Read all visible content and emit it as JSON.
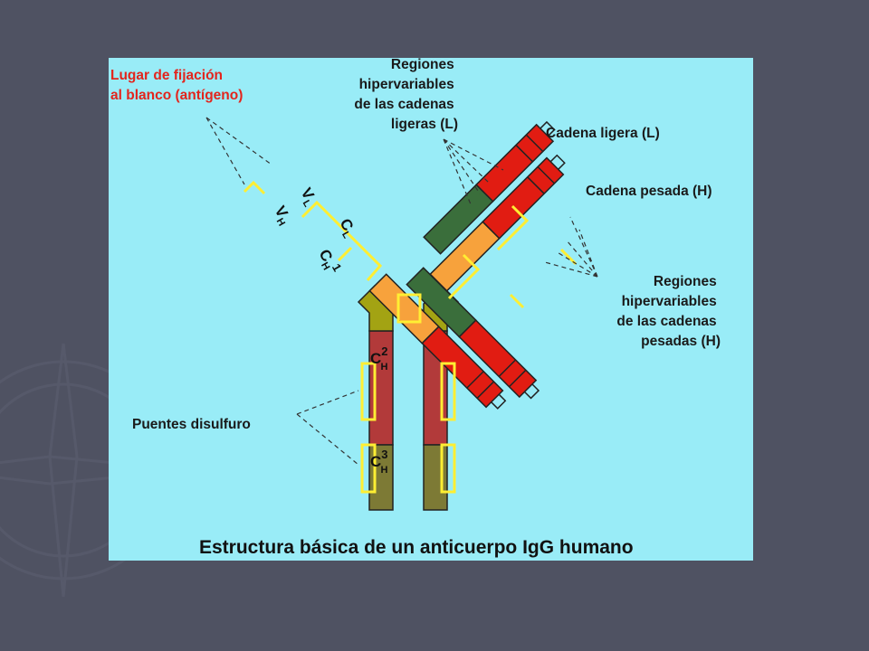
{
  "colors": {
    "slide_background": "#4f5262",
    "figure_background": "#99ecf7",
    "variable_region": "#e11c12",
    "light_constant": "#3a6e3b",
    "ch1": "#f7a23c",
    "hinge": "#a3a313",
    "ch2": "#b23a3a",
    "ch3": "#7d7a35",
    "disulfide": "#ffee33",
    "red_label": "#e3251d"
  },
  "labels": {
    "binding_site": [
      "Lugar de fijación",
      "al blanco (antígeno)"
    ],
    "light_hypervariable": [
      "Regiones",
      "hipervariables",
      "de las cadenas",
      "ligeras (L)"
    ],
    "light_chain": "Cadena  ligera (L)",
    "heavy_chain": "Cadena pesada (H)",
    "heavy_hypervariable": [
      "Regiones",
      "hipervariables",
      "de las cadenas",
      "pesadas (H)"
    ],
    "disulfide_bridges": "Puentes disulfuro"
  },
  "domains": {
    "vl": {
      "main": "V",
      "sub": "L"
    },
    "vh": {
      "main": "V",
      "sub": "H"
    },
    "cl": {
      "main": "C",
      "sub": "L"
    },
    "ch1": {
      "main": "C",
      "sub": "H",
      "sup": "1"
    },
    "ch2": {
      "main": "C",
      "sub": "H",
      "sup": "2"
    },
    "ch3": {
      "main": "C",
      "sub": "H",
      "sup": "3"
    }
  },
  "caption": "Estructura básica de un anticuerpo IgG humano",
  "icons": [
    "compass-rose-icon"
  ]
}
